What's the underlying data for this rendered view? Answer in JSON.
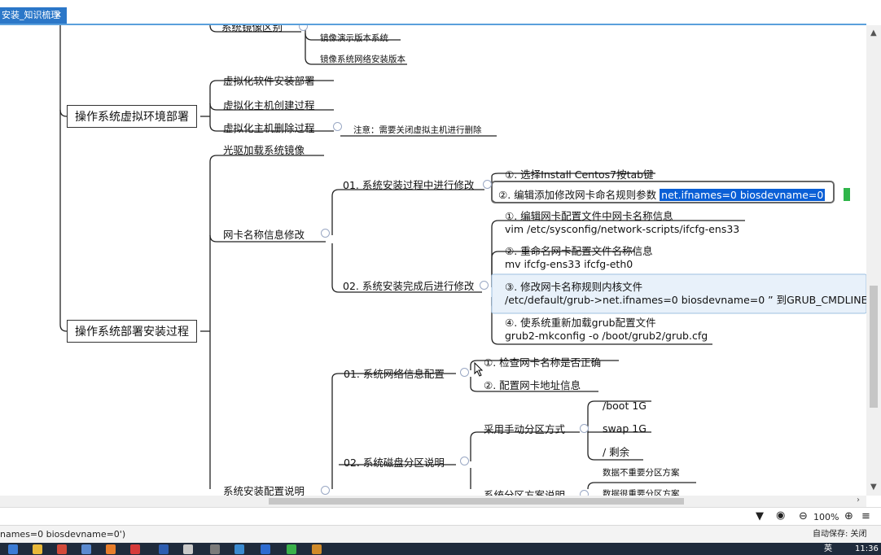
{
  "tab": {
    "label": "安装_知识梳理",
    "close": "✕"
  },
  "map": {
    "top_partial": "系统镜像区别",
    "mirror_items": [
      "镜像演示版本系统",
      "镜像系统网络安装版本"
    ],
    "vm_env": {
      "title": "操作系统虚拟环境部署",
      "items": [
        "虚拟化软件安装部署",
        "虚拟化主机创建过程",
        "虚拟化主机删除过程"
      ],
      "note": "注意：需要关闭虚拟主机进行删除"
    },
    "install": {
      "title": "操作系统部署安装过程",
      "cdrom": "光驱加载系统镜像",
      "nic": {
        "title": "网卡名称信息修改",
        "during": {
          "title": "01. 系统安装过程中进行修改",
          "step1": "①. 选择Install Centos7按tab键",
          "step2_prefix": "②. 编辑添加修改网卡命名规则参数 ",
          "step2_selected": "net.ifnames=0 biosdevname=0"
        },
        "after": {
          "title": "02. 系统安装完成后进行修改",
          "steps": [
            {
              "line1": "①. 编辑网卡配置文件中网卡名称信息",
              "line2": "vim /etc/sysconfig/network-scripts/ifcfg-ens33"
            },
            {
              "line1": "②. 重命名网卡配置文件名称信息",
              "line2": "mv ifcfg-ens33 ifcfg-eth0"
            },
            {
              "line1": "③. 修改网卡名称规则内核文件",
              "line2": "/etc/default/grub->net.ifnames=0 biosdevname=0 ” 到GRUB_CMDLINE_"
            },
            {
              "line1": "④. 使系统重新加载grub配置文件",
              "line2": "grub2-mkconfig -o /boot/grub2/grub.cfg"
            }
          ]
        }
      },
      "config": {
        "title": "系统安装配置说明",
        "net": {
          "title": "01. 系统网络信息配置",
          "items": [
            "①. 检查网卡名称是否正确",
            "②. 配置网卡地址信息"
          ]
        },
        "disk": {
          "title": "02. 系统磁盘分区说明",
          "manual": {
            "title": "采用手动分区方式",
            "items": [
              "/boot 1G",
              "swap 1G",
              "/ 剩余"
            ]
          },
          "scheme": {
            "title": "系统分区方案说明",
            "items": [
              "数据不重要分区方案",
              "数据很重要分区方案"
            ]
          }
        }
      }
    }
  },
  "zoom": {
    "value": "100%",
    "minus": "⊖",
    "plus": "⊕"
  },
  "status": {
    "left": "names=0 biosdevname=0')",
    "right": "自动保存: 关闭"
  },
  "taskbar": {
    "clock": "11:36",
    "ime": "英"
  }
}
